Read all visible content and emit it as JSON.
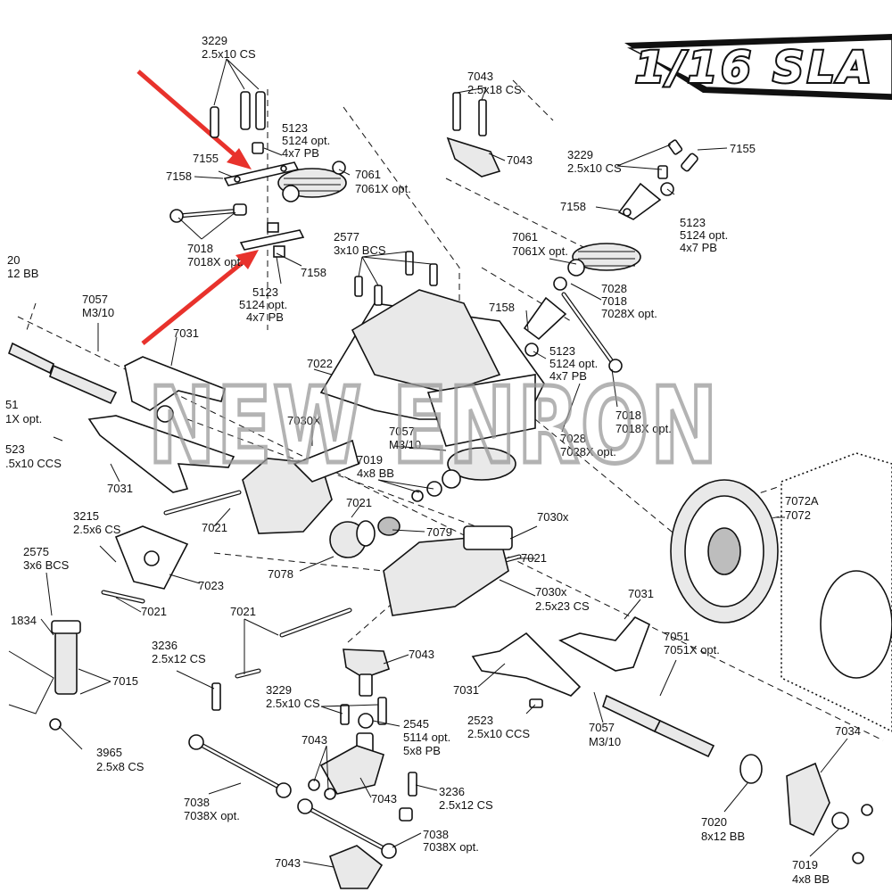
{
  "logo": {
    "text": "1/16 SLA"
  },
  "watermark": {
    "text": "NEW ENRON"
  },
  "labels": [
    {
      "id": "l01",
      "lines": [
        "3229",
        "2.5x10 CS"
      ]
    },
    {
      "id": "l02",
      "lines": [
        "5123",
        "5124 opt.",
        "4x7 PB"
      ]
    },
    {
      "id": "l03",
      "lines": [
        "7155"
      ]
    },
    {
      "id": "l04",
      "lines": [
        "7158"
      ]
    },
    {
      "id": "l05",
      "lines": [
        "7061",
        "7061X opt."
      ]
    },
    {
      "id": "l06",
      "lines": [
        "7018",
        "7018X opt."
      ]
    },
    {
      "id": "l07",
      "lines": [
        "5123",
        "5124 opt.",
        "4x7 PB"
      ]
    },
    {
      "id": "l08",
      "lines": [
        "7158"
      ]
    },
    {
      "id": "l09",
      "lines": [
        "20",
        "12 BB"
      ]
    },
    {
      "id": "l10",
      "lines": [
        "7057",
        "M3/10"
      ]
    },
    {
      "id": "l11",
      "lines": [
        "7031"
      ]
    },
    {
      "id": "l12",
      "lines": [
        "51",
        "1X opt."
      ]
    },
    {
      "id": "l13",
      "lines": [
        "523",
        ".5x10 CCS"
      ]
    },
    {
      "id": "l14",
      "lines": [
        "7031"
      ]
    },
    {
      "id": "l15",
      "lines": [
        "7043",
        "2.5x18 CS"
      ]
    },
    {
      "id": "l16",
      "lines": [
        "7043"
      ]
    },
    {
      "id": "l17",
      "lines": [
        "2577",
        "3x10 BCS"
      ]
    },
    {
      "id": "l18",
      "lines": [
        "7022"
      ]
    },
    {
      "id": "l19",
      "lines": [
        "7030X"
      ]
    },
    {
      "id": "l20",
      "lines": [
        "7057",
        "M3/10"
      ]
    },
    {
      "id": "l21",
      "lines": [
        "7019",
        "4x8 BB"
      ]
    },
    {
      "id": "l22",
      "lines": [
        "3229",
        "2.5x10 CS"
      ]
    },
    {
      "id": "l23",
      "lines": [
        "7155"
      ]
    },
    {
      "id": "l24",
      "lines": [
        "7158"
      ]
    },
    {
      "id": "l25",
      "lines": [
        "5123",
        "5124 opt.",
        "4x7 PB"
      ]
    },
    {
      "id": "l26",
      "lines": [
        "7061",
        "7061X opt."
      ]
    },
    {
      "id": "l27",
      "lines": [
        "7028",
        "7018",
        "7028X opt."
      ]
    },
    {
      "id": "l28",
      "lines": [
        "7158"
      ]
    },
    {
      "id": "l29",
      "lines": [
        "5123",
        "5124 opt.",
        "4x7 PB"
      ]
    },
    {
      "id": "l30",
      "lines": [
        "7018",
        "7018X opt."
      ]
    },
    {
      "id": "l31",
      "lines": [
        "7028",
        "7028X opt."
      ]
    },
    {
      "id": "l32",
      "lines": [
        "3215",
        "2.5x6 CS"
      ]
    },
    {
      "id": "l33",
      "lines": [
        "7021"
      ]
    },
    {
      "id": "l34",
      "lines": [
        "7021"
      ]
    },
    {
      "id": "l35",
      "lines": [
        "7079"
      ]
    },
    {
      "id": "l36",
      "lines": [
        "7030x"
      ]
    },
    {
      "id": "l37",
      "lines": [
        "7021"
      ]
    },
    {
      "id": "l38",
      "lines": [
        "2575",
        "3x6 BCS"
      ]
    },
    {
      "id": "l39",
      "lines": [
        "7023"
      ]
    },
    {
      "id": "l40",
      "lines": [
        "7078"
      ]
    },
    {
      "id": "l41",
      "lines": [
        "7030x",
        "2.5x23 CS"
      ]
    },
    {
      "id": "l42",
      "lines": [
        "7021"
      ]
    },
    {
      "id": "l43",
      "lines": [
        "1834"
      ]
    },
    {
      "id": "l44",
      "lines": [
        "7021"
      ]
    },
    {
      "id": "l45",
      "lines": [
        "7015"
      ]
    },
    {
      "id": "l46",
      "lines": [
        "3236",
        "2.5x12 CS"
      ]
    },
    {
      "id": "l47",
      "lines": [
        "7043"
      ]
    },
    {
      "id": "l48",
      "lines": [
        "3229",
        "2.5x10 CS"
      ]
    },
    {
      "id": "l49",
      "lines": [
        "2545",
        "5114 opt.",
        "5x8 PB"
      ]
    },
    {
      "id": "l50",
      "lines": [
        "7031"
      ]
    },
    {
      "id": "l51",
      "lines": [
        "2523",
        "2.5x10 CCS"
      ]
    },
    {
      "id": "l52",
      "lines": [
        "7057",
        "M3/10"
      ]
    },
    {
      "id": "l53",
      "lines": [
        "7051",
        "7051X opt."
      ]
    },
    {
      "id": "l54",
      "lines": [
        "7031"
      ]
    },
    {
      "id": "l55",
      "lines": [
        "7072A",
        "7072"
      ]
    },
    {
      "id": "l56",
      "lines": [
        "3965",
        "2.5x8 CS"
      ]
    },
    {
      "id": "l57",
      "lines": [
        "7043"
      ]
    },
    {
      "id": "l58",
      "lines": [
        "7043"
      ]
    },
    {
      "id": "l59",
      "lines": [
        "3236",
        "2.5x12 CS"
      ]
    },
    {
      "id": "l60",
      "lines": [
        "7038",
        "7038X opt."
      ]
    },
    {
      "id": "l61",
      "lines": [
        "7038",
        "7038X opt."
      ]
    },
    {
      "id": "l62",
      "lines": [
        "7043"
      ]
    },
    {
      "id": "l63",
      "lines": [
        "7034"
      ]
    },
    {
      "id": "l64",
      "lines": [
        "7020",
        "8x12 BB"
      ]
    },
    {
      "id": "l65",
      "lines": [
        "7019",
        "4x8 BB"
      ]
    }
  ]
}
